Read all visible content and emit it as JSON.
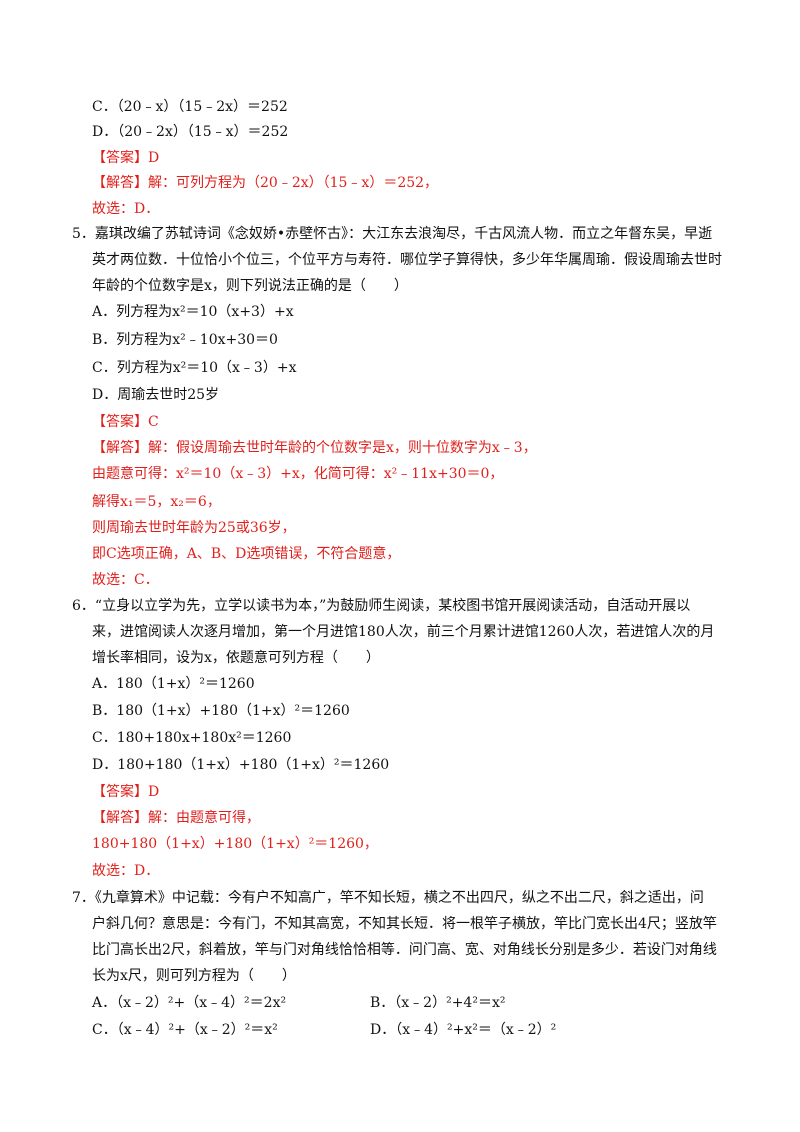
{
  "q4": {
    "opt_c": "C．（20﹣x）（15﹣2x）＝252",
    "opt_d": "D．（20﹣2x）（15﹣x）＝252",
    "answer": "【答案】D",
    "solution_1": "【解答】解：可列方程为（20﹣2x）（15﹣x）＝252，",
    "choose": "故选：D．"
  },
  "q5": {
    "stem_1": "5．嘉琪改编了苏轼诗词《念奴娇•赤壁怀古》：大江东去浪淘尽，千古风流人物．而立之年督东吴，早逝",
    "stem_2": "英才两位数．十位恰小个位三，个位平方与寿符．哪位学子算得快，多少年华属周瑜．假设周瑜去世时",
    "stem_3": "年龄的个位数字是x，则下列说法正确的是（　　）",
    "opt_a": "A．列方程为x²＝10（x+3）+x",
    "opt_b": "B．列方程为x²﹣10x+30＝0",
    "opt_c": "C．列方程为x²＝10（x﹣3）+x",
    "opt_d": "D．周瑜去世时25岁",
    "answer": "【答案】C",
    "sol_1": "【解答】解：假设周瑜去世时年龄的个位数字是x，则十位数字为x﹣3，",
    "sol_2": "由题意可得：x²＝10（x﹣3）+x，化简可得：x²﹣11x+30＝0，",
    "sol_3": "解得x₁＝5，x₂＝6，",
    "sol_4": "则周瑜去世时年龄为25或36岁，",
    "sol_5": "即C选项正确，A、B、D选项错误，不符合题意，",
    "choose": "故选：C．"
  },
  "q6": {
    "stem_1": "6．“立身以立学为先，立学以读书为本，”为鼓励师生阅读，某校图书馆开展阅读活动，自活动开展以",
    "stem_2": "来，进馆阅读人次逐月增加，第一个月进馆180人次，前三个月累计进馆1260人次，若进馆人次的月",
    "stem_3": "增长率相同，设为x，依题意可列方程（　　）",
    "opt_a": "A．180（1+x）²＝1260",
    "opt_b": "B．180（1+x）+180（1+x）²＝1260",
    "opt_c": "C．180+180x+180x²＝1260",
    "opt_d": "D．180+180（1+x）+180（1+x）²＝1260",
    "answer": "【答案】D",
    "sol_1": "【解答】解：由题意可得，",
    "sol_2": "180+180（1+x）+180（1+x）²＝1260，",
    "choose": "故选：D．"
  },
  "q7": {
    "stem_1": "7．《九章算术》中记载：今有户不知高广，竿不知长短，横之不出四尺，纵之不出二尺，斜之适出，问",
    "stem_2": "户斜几何？意思是：今有门，不知其高宽，不知其长短．将一根竿子横放，竿比门宽长出4尺；竖放竿",
    "stem_3": "比门高长出2尺，斜着放，竿与门对角线恰恰相等．问门高、宽、对角线长分别是多少．若设门对角线",
    "stem_4": "长为x尺，则可列方程为（　　）",
    "opt_a": "A．（x﹣2）²+（x﹣4）²＝2x²",
    "opt_b": "B．（x﹣2）²+4²＝x²",
    "opt_c": "C．（x﹣4）²+（x﹣2）²＝x²",
    "opt_d": "D．（x﹣4）²+x²＝（x﹣2）²"
  }
}
